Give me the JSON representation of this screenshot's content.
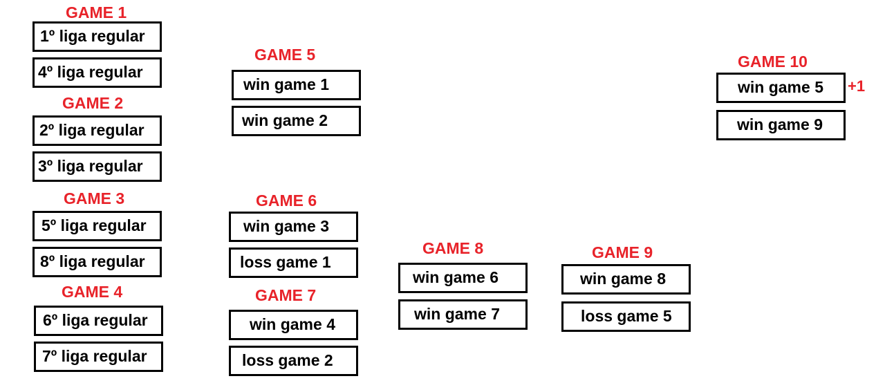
{
  "colors": {
    "title": "#e8232a",
    "box_border": "#000000",
    "box_text": "#000000"
  },
  "games": [
    {
      "title": "GAME 1",
      "slots": [
        "1º liga regular",
        "4º liga  regular"
      ]
    },
    {
      "title": "GAME 2",
      "slots": [
        "2º liga  regular",
        "3º liga  regular"
      ]
    },
    {
      "title": "GAME 3",
      "slots": [
        "5º liga regular",
        "8º liga regular"
      ]
    },
    {
      "title": "GAME 4",
      "slots": [
        "6º liga regular",
        "7º liga regular"
      ]
    },
    {
      "title": "GAME 5",
      "slots": [
        "win game 1",
        "win game 2"
      ]
    },
    {
      "title": "GAME 6",
      "slots": [
        "win game 3",
        "loss game 1"
      ]
    },
    {
      "title": "GAME 7",
      "slots": [
        "win game 4",
        "loss game 2"
      ]
    },
    {
      "title": "GAME 8",
      "slots": [
        "win game 6",
        "win game 7"
      ]
    },
    {
      "title": "GAME 9",
      "slots": [
        "win game 8",
        "loss game 5"
      ]
    },
    {
      "title": "GAME 10",
      "slots": [
        "win game 5",
        "win game 9"
      ],
      "extra": "+1"
    }
  ]
}
